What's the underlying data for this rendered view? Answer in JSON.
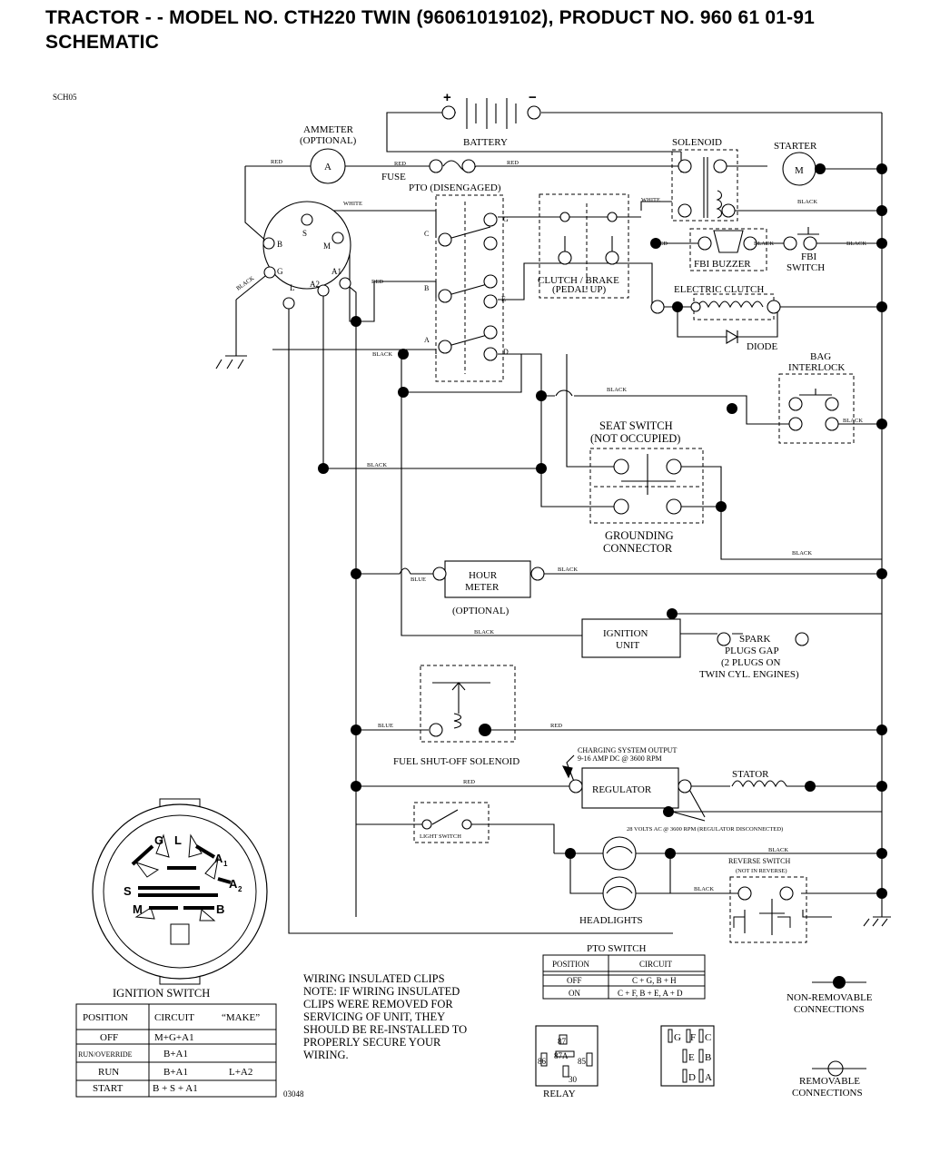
{
  "header": {
    "title_line1": "TRACTOR - - MODEL NO. CTH220 TWIN (96061019102), PRODUCT NO. 960 61 01-91",
    "title_line2": "SCHEMATIC"
  },
  "doc_code": "SCH05",
  "drawing_no": "03048",
  "components": {
    "battery": "BATTERY",
    "battery_plus": "+",
    "battery_minus": "−",
    "ammeter": "AMMETER",
    "ammeter_opt": "(OPTIONAL)",
    "ammeter_letter": "A",
    "fuse": "FUSE",
    "solenoid": "SOLENOID",
    "starter": "STARTER",
    "starter_letter": "M",
    "pto": "PTO (DISENGAGED)",
    "clutch_brake": "CLUTCH / BRAKE",
    "pedal_up": "(PEDAL UP)",
    "fbi_buzzer": "FBI BUZZER",
    "fbi_switch_1": "FBI",
    "fbi_switch_2": "SWITCH",
    "electric_clutch": "ELECTRIC CLUTCH",
    "diode": "DIODE",
    "bag_interlock_1": "BAG",
    "bag_interlock_2": "INTERLOCK",
    "seat_switch_1": "SEAT SWITCH",
    "seat_switch_2": "(NOT OCCUPIED)",
    "grounding_1": "GROUNDING",
    "grounding_2": "CONNECTOR",
    "hour_meter_1": "HOUR",
    "hour_meter_2": "METER",
    "hour_meter_opt": "(OPTIONAL)",
    "ignition_unit_1": "IGNITION",
    "ignition_unit_2": "UNIT",
    "spark_1": "SPARK",
    "spark_2": "PLUGS GAP",
    "spark_3": "(2 PLUGS ON",
    "spark_4": "TWIN CYL. ENGINES)",
    "fuel_solenoid": "FUEL SHUT-OFF SOLENOID",
    "charging_1": "CHARGING SYSTEM OUTPUT",
    "charging_2": "9-16 AMP DC @ 3600 RPM",
    "regulator": "REGULATOR",
    "stator": "STATOR",
    "volts_note": "28 VOLTS AC @ 3600 RPM (REGULATOR DISCONNECTED)",
    "light_switch": "LIGHT SWITCH",
    "headlights": "HEADLIGHTS",
    "reverse_1": "REVERSE SWITCH",
    "reverse_2": "(NOT IN REVERSE)"
  },
  "terminals": {
    "ign_b": "B",
    "ign_s": "S",
    "ign_m": "M",
    "ign_g": "G",
    "ign_l": "L",
    "ign_a2": "A2",
    "ign_a1": "A1",
    "pto_c": "C",
    "pto_b": "B",
    "pto_a": "A",
    "pto_g": "G",
    "pto_e": "E",
    "pto_d": "D"
  },
  "wires": {
    "red": "RED",
    "black": "BLACK",
    "white": "WHITE",
    "blue": "BLUE"
  },
  "ignition_face": {
    "G": "G",
    "L": "L",
    "A1": "A",
    "A1_sub": "1",
    "S": "S",
    "A2": "A",
    "A2_sub": "2",
    "M": "M",
    "B": "B"
  },
  "ignition_switch": {
    "title": "IGNITION SWITCH",
    "headers": [
      "POSITION",
      "CIRCUIT",
      "“MAKE”"
    ],
    "rows": [
      [
        "OFF",
        "M+G+A1",
        ""
      ],
      [
        "RUN/OVERRIDE",
        "B+A1",
        ""
      ],
      [
        "RUN",
        "B+A1",
        "L+A2"
      ],
      [
        "START",
        "B + S + A1",
        ""
      ]
    ]
  },
  "clips_note": [
    "WIRING INSULATED CLIPS",
    "NOTE:  IF WIRING INSULATED",
    "CLIPS WERE REMOVED FOR",
    "SERVICING OF UNIT, THEY",
    "SHOULD BE RE-INSTALLED TO",
    "PROPERLY SECURE YOUR",
    "WIRING."
  ],
  "pto_switch": {
    "title": "PTO SWITCH",
    "headers": [
      "POSITION",
      "CIRCUIT"
    ],
    "rows": [
      [
        "OFF",
        "C + G, B + H"
      ],
      [
        "ON",
        "C + F, B + E, A + D"
      ]
    ]
  },
  "relay": {
    "label": "RELAY",
    "pins": [
      "87",
      "87A",
      "86",
      "85",
      "30"
    ]
  },
  "connector_letters": [
    "G",
    "F",
    "C",
    "E",
    "B",
    "D",
    "A"
  ],
  "legend": {
    "non_removable_1": "NON-REMOVABLE",
    "non_removable_2": "CONNECTIONS",
    "removable_1": "REMOVABLE",
    "removable_2": "CONNECTIONS"
  }
}
